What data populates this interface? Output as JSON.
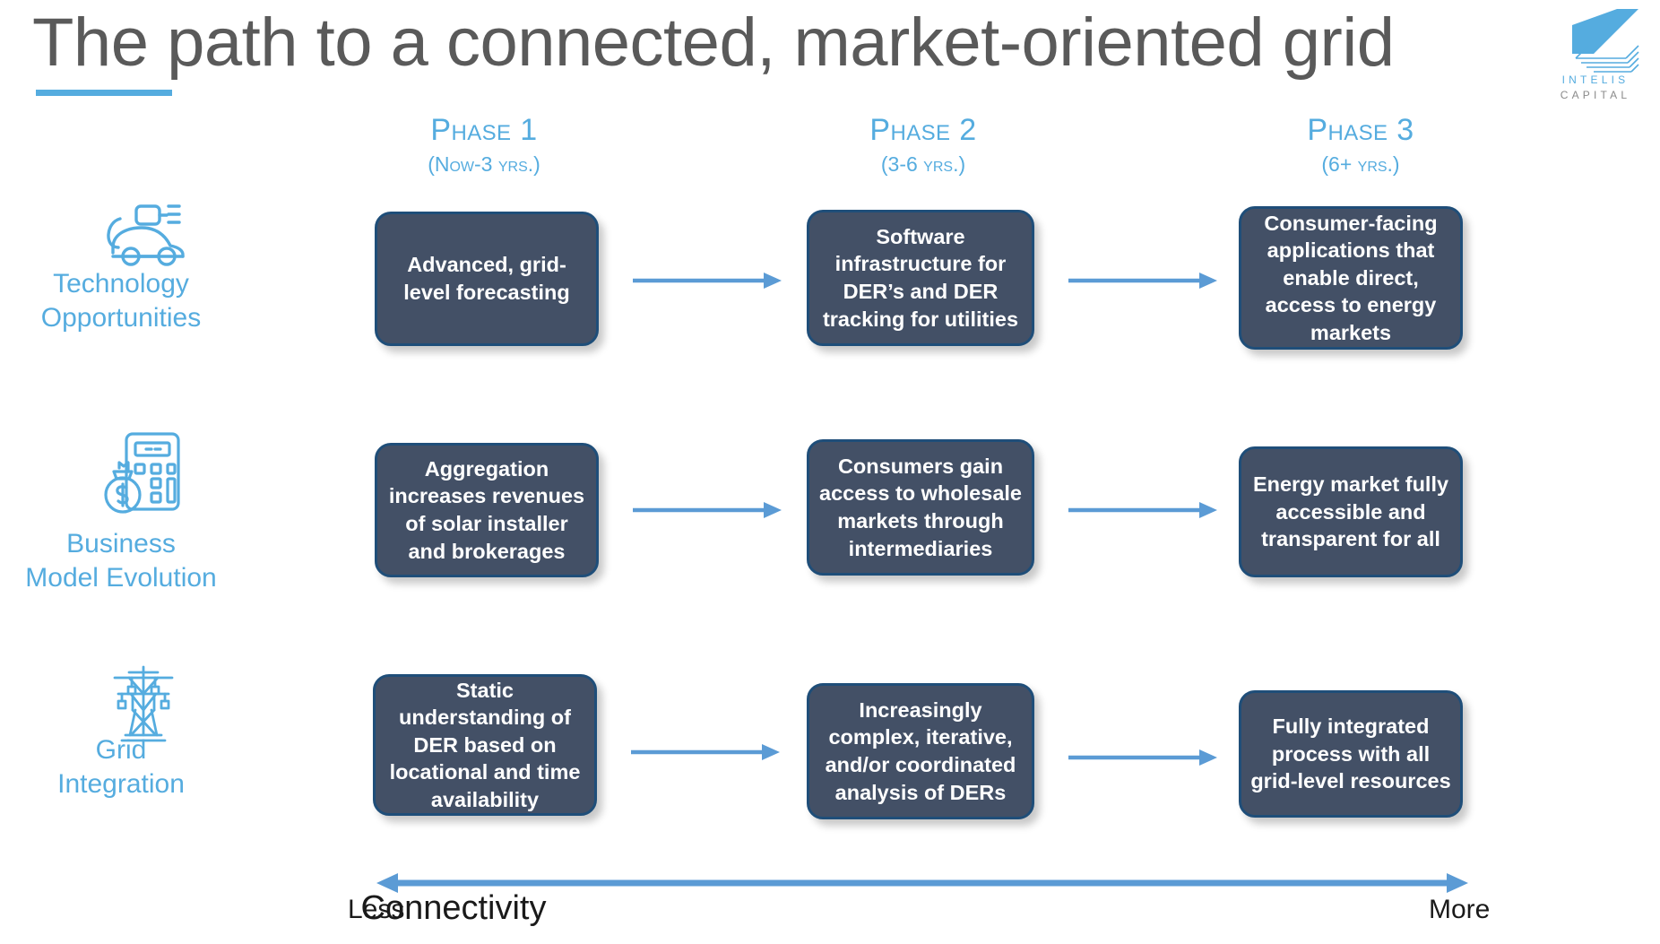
{
  "slide": {
    "title": "The path to a connected, market-oriented grid",
    "accent_blue": "#55acdf",
    "box_fill": "#435066",
    "box_border": "#1f4e79",
    "title_color": "#5a5a5a"
  },
  "logo": {
    "name": "INTELIS",
    "sub": "CAPITAL",
    "mark": "intelis-parallelogram-mark"
  },
  "phases": [
    {
      "title": "Phase 1",
      "sub": "(Now-3 yrs.)"
    },
    {
      "title": "Phase 2",
      "sub": "(3-6 yrs.)"
    },
    {
      "title": "Phase 3",
      "sub": "(6+ yrs.)"
    }
  ],
  "rows": [
    {
      "icon": "electric-car-charging-icon",
      "label_line1": "Technology",
      "label_line2": "Opportunities",
      "boxes": [
        "Advanced, grid-level forecasting",
        "Software infrastructure for DER’s and DER tracking for utilities",
        "Consumer-facing applications that enable direct, access to energy markets"
      ]
    },
    {
      "icon": "calculator-money-bag-icon",
      "label_line1": "Business",
      "label_line2": "Model Evolution",
      "boxes": [
        "Aggregation increases revenues of solar installer and brokerages",
        "Consumers gain access to wholesale markets through intermediaries",
        "Energy market fully accessible and transparent for all"
      ]
    },
    {
      "icon": "transmission-tower-icon",
      "label_line1": "Grid",
      "label_line2": "Integration",
      "boxes": [
        "Static understanding of DER based on locational and time availability",
        "Increasingly complex, iterative, and/or coordinated analysis of DERs",
        "Fully integrated process with all grid-level resources"
      ]
    }
  ],
  "axis": {
    "left_label": "Less",
    "right_label": "More",
    "center_label": "Connectivity"
  }
}
